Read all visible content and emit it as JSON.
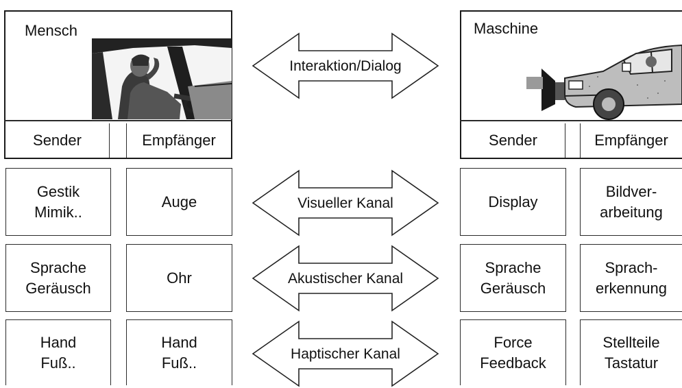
{
  "human": {
    "title": "Mensch",
    "sender": "Sender",
    "receiver": "Empfänger",
    "photo_icon": "driver-in-car-image"
  },
  "machine": {
    "title": "Maschine",
    "sender": "Sender",
    "receiver": "Empfänger",
    "photo_icon": "car-with-sensor-image"
  },
  "channels": [
    {
      "label": "Interaktion/Dialog"
    },
    {
      "label": "Visueller Kanal",
      "human_sender": "Gestik\nMimik..",
      "human_receiver": "Auge",
      "machine_sender": "Display",
      "machine_receiver": "Bildver-\narbeitung"
    },
    {
      "label": "Akustischer Kanal",
      "human_sender": "Sprache\nGeräusch",
      "human_receiver": "Ohr",
      "machine_sender": "Sprache\nGeräusch",
      "machine_receiver": "Sprach-\nerkennung"
    },
    {
      "label": "Haptischer Kanal",
      "human_sender": "Hand\nFuß..",
      "human_receiver": "Hand\nFuß..",
      "machine_sender": "Force\nFeedback",
      "machine_receiver": "Stellteile\nTastatur"
    }
  ]
}
